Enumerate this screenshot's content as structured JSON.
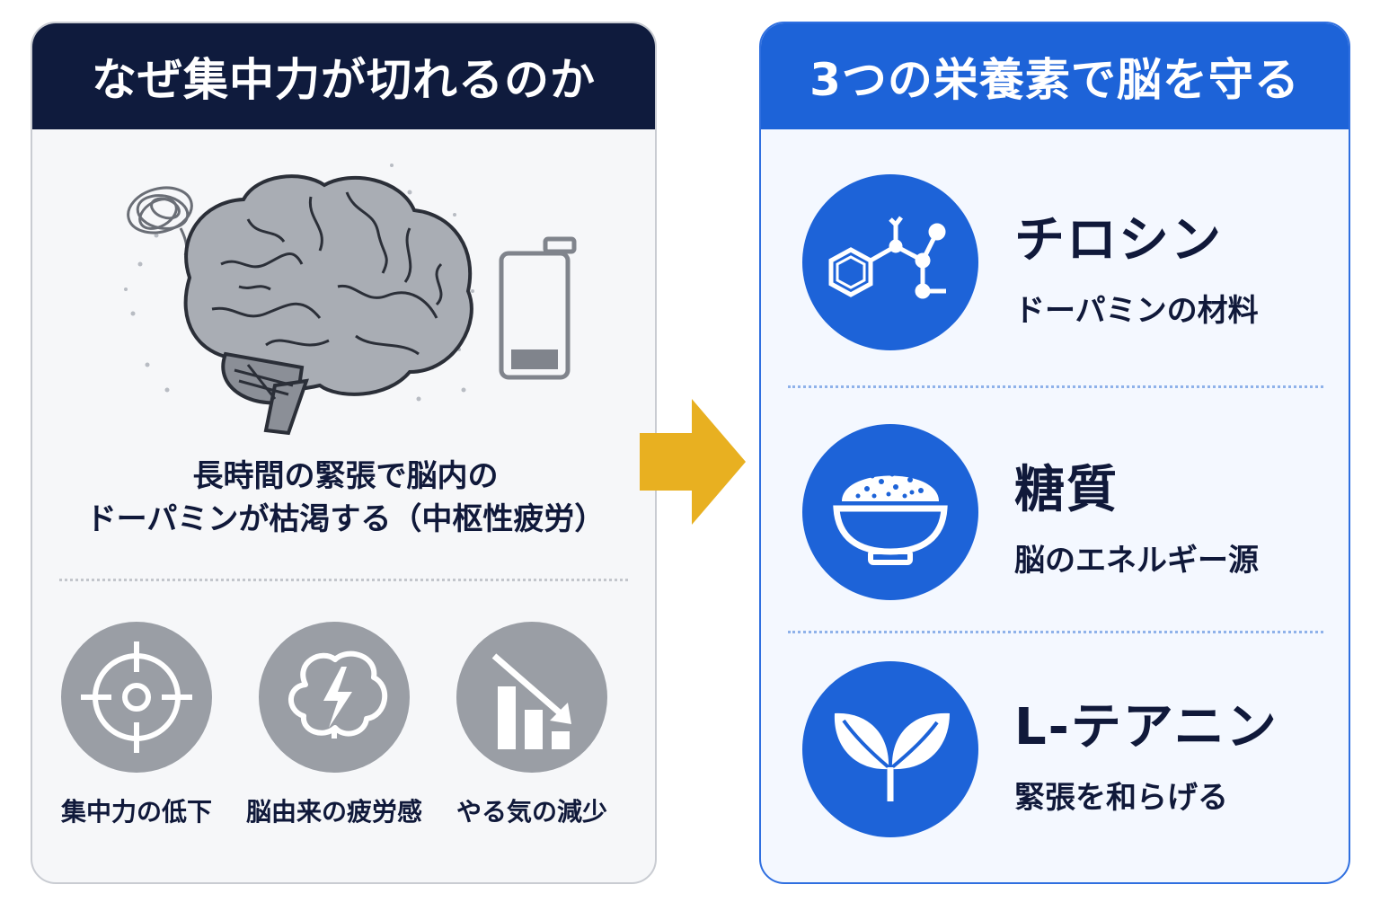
{
  "left_panel": {
    "title": "なぜ集中力が切れるのか",
    "cause_line1": "長時間の緊張で脳内の",
    "cause_line2": "ドーパミンが枯渇する（中枢性疲労）",
    "illustration": {
      "brain_icon": "brain-icon",
      "stress_icon": "scribble-icon",
      "battery_icon": "low-battery-icon"
    },
    "effects": [
      {
        "label": "集中力の低下",
        "icon": "target-icon"
      },
      {
        "label": "脳由来の疲労感",
        "icon": "brain-lightning-icon"
      },
      {
        "label": "やる気の減少",
        "icon": "declining-chart-icon"
      }
    ]
  },
  "arrow": {
    "icon": "right-arrow-icon",
    "color": "#e8b021"
  },
  "right_panel": {
    "title": "3つの栄養素で脳を守る",
    "nutrients": [
      {
        "name": "チロシン",
        "description": "ドーパミンの材料",
        "icon": "molecule-icon"
      },
      {
        "name": "糖質",
        "description": "脳のエネルギー源",
        "icon": "rice-bowl-icon"
      },
      {
        "name": "L-テアニン",
        "description": "緊張を和らげる",
        "icon": "leaf-icon"
      }
    ]
  },
  "colors": {
    "navy_header": "#0f1b3d",
    "blue_header": "#1d63d8",
    "arrow_yellow": "#e8b021",
    "gray_icon": "#9a9ea5",
    "text": "#10193a"
  }
}
